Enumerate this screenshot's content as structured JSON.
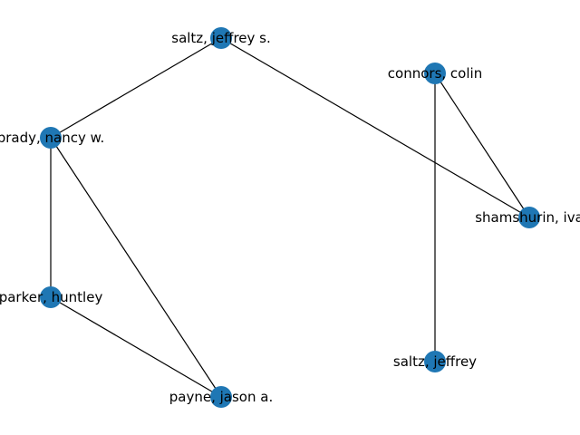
{
  "graph": {
    "node_color": "#1f77b4",
    "edge_color": "#000000",
    "background": "#ffffff",
    "nodes": [
      {
        "id": "saltz_js",
        "label": "saltz, jeffrey s."
      },
      {
        "id": "connors",
        "label": "connors, colin"
      },
      {
        "id": "brady",
        "label": "brady, nancy w."
      },
      {
        "id": "shamshurin",
        "label": "shamshurin, iva"
      },
      {
        "id": "parker",
        "label": "parker, huntley"
      },
      {
        "id": "saltz_j",
        "label": "saltz, jeffrey"
      },
      {
        "id": "payne",
        "label": "payne, jason a."
      }
    ],
    "edges": [
      {
        "source": "saltz_js",
        "target": "brady"
      },
      {
        "source": "saltz_js",
        "target": "shamshurin"
      },
      {
        "source": "brady",
        "target": "parker"
      },
      {
        "source": "brady",
        "target": "payne"
      },
      {
        "source": "parker",
        "target": "payne"
      },
      {
        "source": "connors",
        "target": "shamshurin"
      },
      {
        "source": "connors",
        "target": "saltz_j"
      }
    ]
  }
}
